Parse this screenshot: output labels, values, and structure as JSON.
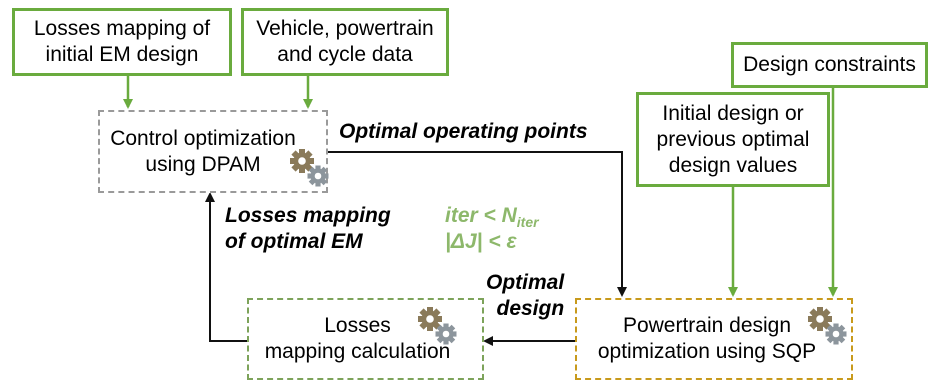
{
  "boxes": {
    "losses_mapping_initial": "Losses mapping of\ninitial EM design",
    "vehicle_data": "Vehicle, powertrain\nand cycle data",
    "design_constraints": "Design constraints",
    "initial_design": "Initial design or\nprevious optimal\ndesign values",
    "control_optimization": "Control optimization\nusing DPAM",
    "losses_calculation": "Losses\nmapping calculation",
    "powertrain_optimization": "Powertrain design\noptimization using SQP"
  },
  "labels": {
    "optimal_operating_points": "Optimal operating points",
    "losses_mapping_optimal": "Losses mapping\nof optimal EM",
    "optimal_design": "Optimal\ndesign",
    "iter_prefix": "iter < N",
    "iter_subscript": "iter",
    "delta_j": "|ΔJ| < ε"
  },
  "colors": {
    "input_box_border": "#6aab3e",
    "control_box_border": "#9a9a9a",
    "losses_box_border": "#7da35a",
    "powertrain_box_border": "#c89a1c",
    "condition_text": "#8db86b",
    "gear_brown": "#8a7a5a",
    "gear_grey": "#8c959c"
  },
  "icons": [
    "gears-icon",
    "arrow-icon"
  ]
}
